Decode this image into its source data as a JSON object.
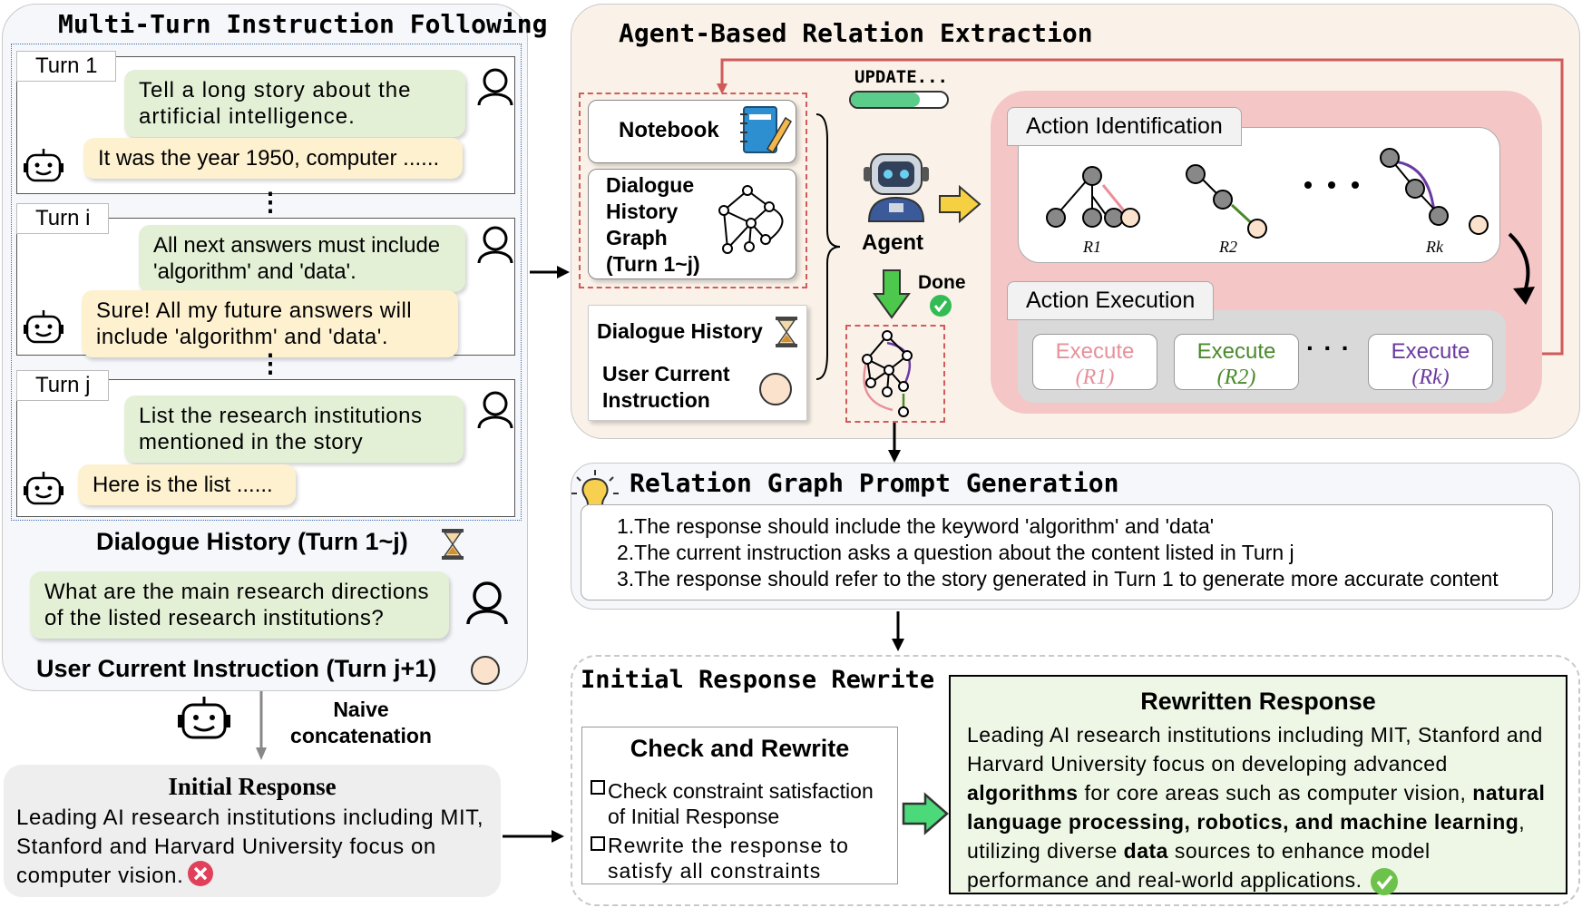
{
  "left_panel": {
    "title": "Multi-Turn Instruction Following",
    "turns": [
      {
        "label": "Turn 1",
        "user": "Tell a long story about the artificial intelligence.",
        "bot": "It was the year 1950, computer ......"
      },
      {
        "label": "Turn i",
        "user": "All next answers must include 'algorithm' and 'data'.",
        "bot": "Sure! All my future answers will include 'algorithm' and 'data'."
      },
      {
        "label": "Turn j",
        "user": "List the research institutions mentioned in the story",
        "bot": "Here is the list ......"
      }
    ],
    "history_label": "Dialogue History (Turn 1~j)",
    "current_question": "What are the main research directions of the listed research institutions?",
    "current_label": "User Current  Instruction (Turn j+1)"
  },
  "naive": {
    "label": "Naive concatenation"
  },
  "initial_response": {
    "title": "Initial Response",
    "text": "Leading AI research institutions including MIT, Stanford and Harvard University focus on computer vision."
  },
  "agent_panel": {
    "title": "Agent-Based Relation Extraction",
    "update_label": "UPDATE...",
    "notebook_label": "Notebook",
    "dhg_label": "Dialogue History Graph (Turn 1~j)",
    "dialogue_history_label": "Dialogue History",
    "user_current_label": "User Current Instruction",
    "agent_label": "Agent",
    "done_label": "Done",
    "action_identification": "Action Identification",
    "action_execution": "Action Execution",
    "r_labels": [
      "R1",
      "R2",
      "Rk"
    ],
    "executes": [
      {
        "top": "Execute",
        "bottom": "(R1)",
        "color": "#e8909a"
      },
      {
        "top": "Execute",
        "bottom": "(R2)",
        "color": "#4a8a2a"
      },
      {
        "top": "Execute",
        "bottom": "(Rk)",
        "color": "#6a3aa0"
      }
    ]
  },
  "relation_panel": {
    "title": "Relation Graph Prompt Generation",
    "items": [
      "1.The response should include the keyword 'algorithm' and 'data'",
      "2.The current instruction asks a question about the content listed in Turn j",
      "3.The response should refer to the story generated in Turn 1 to generate more accurate content"
    ]
  },
  "rewrite_panel": {
    "title": "Initial Response Rewrite",
    "check_title": "Check and Rewrite",
    "check_items": [
      "Check constraint satisfaction of Initial Response",
      "Rewrite the response to satisfy all constraints"
    ],
    "rewritten_title": "Rewritten Response",
    "rewritten_parts": [
      {
        "t": "Leading AI research institutions including MIT, Stanford and Harvard University focus on developing advanced ",
        "b": false
      },
      {
        "t": "algorithms",
        "b": true
      },
      {
        "t": " for core areas such as computer vision, ",
        "b": false
      },
      {
        "t": "natural language processing, robotics, and machine learning",
        "b": true
      },
      {
        "t": ", utilizing diverse ",
        "b": false
      },
      {
        "t": "data",
        "b": true
      },
      {
        "t": " sources to enhance model performance and real-world applications.",
        "b": false
      }
    ]
  },
  "colors": {
    "user_bubble": "#e3f0d6",
    "bot_bubble": "#fdf1d0",
    "pink": "#f5c6c6",
    "green_box": "#eef6e5"
  }
}
